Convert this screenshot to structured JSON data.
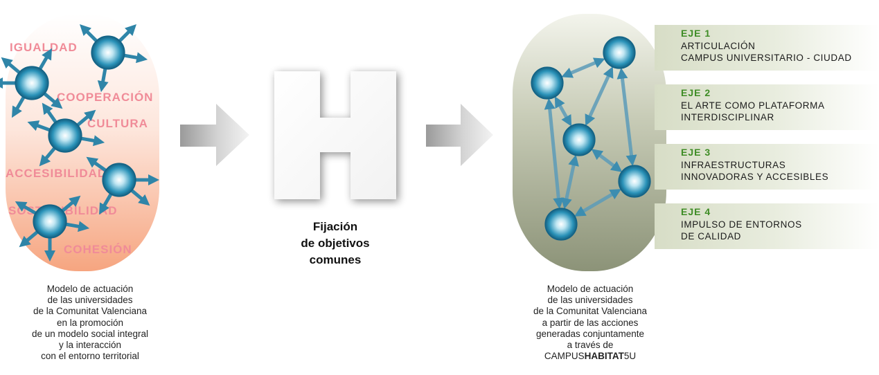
{
  "left_panel": {
    "words": [
      "IGUALDAD",
      "COOPERACIÓN",
      "CULTURA",
      "ACCESIBILIDAD",
      "SOSTENIBILIDAD",
      "COHESIÓN"
    ],
    "caption_lines": [
      "Modelo de actuación",
      "de las universidades",
      "de la Comunitat Valenciana",
      "en la promoción",
      "de un modelo social integral",
      "y la interacción",
      "con el entorno territorial"
    ]
  },
  "center": {
    "letter": "H",
    "caption_lines": [
      "Fijación",
      "de objetivos",
      "comunes"
    ]
  },
  "right_panel": {
    "caption_lines": [
      "Modelo de actuación",
      "de las universidades",
      "de la Comunitat Valenciana",
      "a partir de las acciones",
      "generadas conjuntamente",
      "a través de"
    ],
    "brand": {
      "prefix": "CAMPUS",
      "bold": "HABITAT",
      "suffix": "5U"
    }
  },
  "axes": [
    {
      "label": "EJE 1",
      "lines": [
        "ARTICULACIÓN",
        "CAMPUS UNIVERSITARIO - CIUDAD"
      ]
    },
    {
      "label": "EJE 2",
      "lines": [
        "EL ARTE COMO PLATAFORMA",
        "INTERDISCIPLINAR"
      ]
    },
    {
      "label": "EJE 3",
      "lines": [
        "INFRAESTRUCTURAS",
        "INNOVADORAS Y ACCESIBLES"
      ]
    },
    {
      "label": "EJE 4",
      "lines": [
        "IMPULSO DE ENTORNOS",
        "DE CALIDAD"
      ]
    }
  ],
  "colors": {
    "accent_green": "#3e8c25",
    "word_pink": "#f08b98",
    "node_blue": "#1e8bb0",
    "arrow_blue": "#2f85a8"
  }
}
